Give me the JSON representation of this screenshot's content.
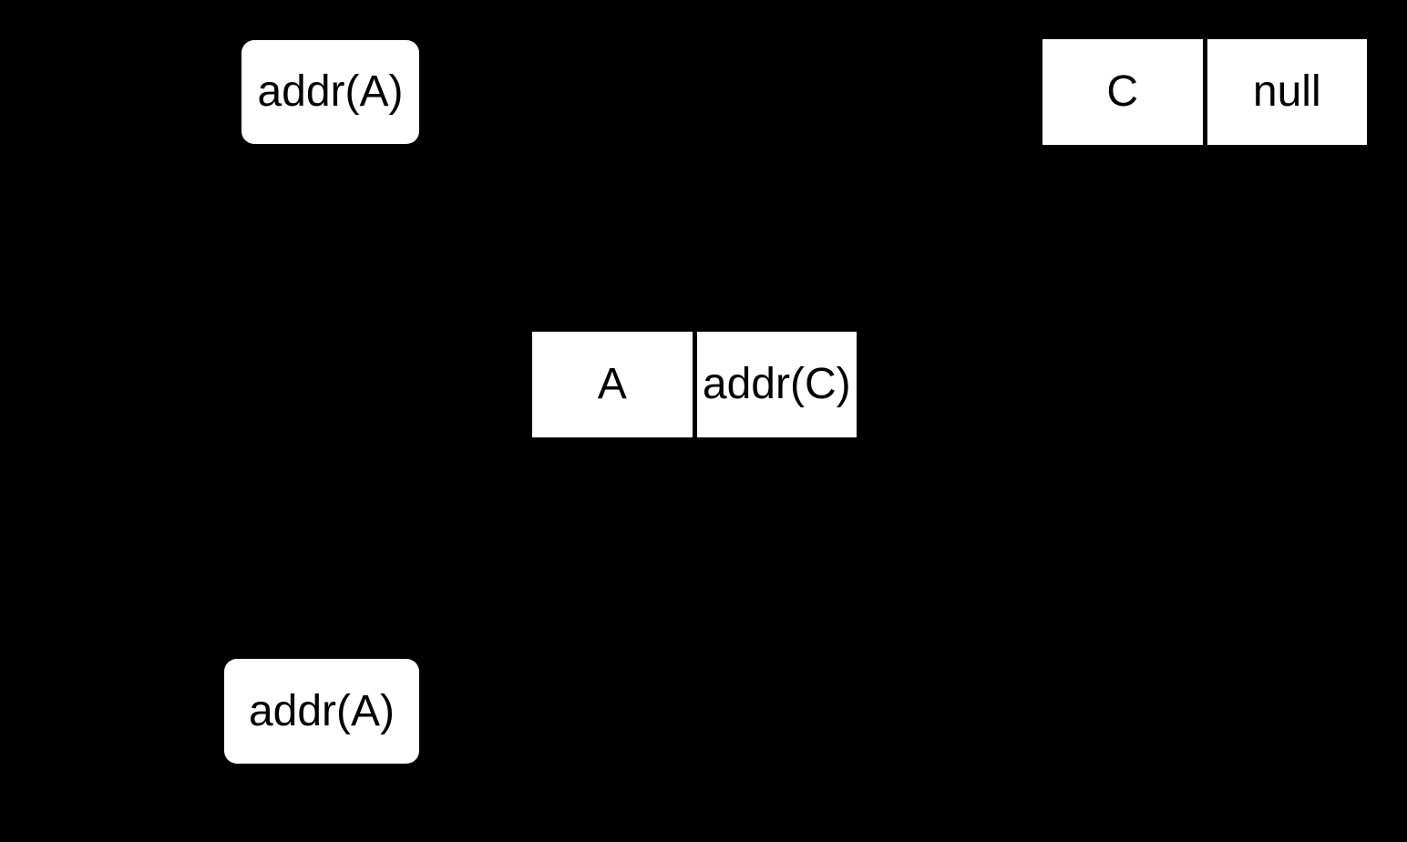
{
  "diagram": {
    "description": "linked-list pointer diagram",
    "colors": {
      "background": "#000000",
      "node_fill": "#ffffff",
      "node_text": "#000000",
      "cell_divider": "#000000"
    },
    "pointers": {
      "top": {
        "label": "addr(A)"
      },
      "bottom": {
        "label": "addr(A)"
      }
    },
    "nodes": [
      {
        "value": "A",
        "next": "addr(C)"
      },
      {
        "value": "C",
        "next": "null"
      }
    ]
  }
}
